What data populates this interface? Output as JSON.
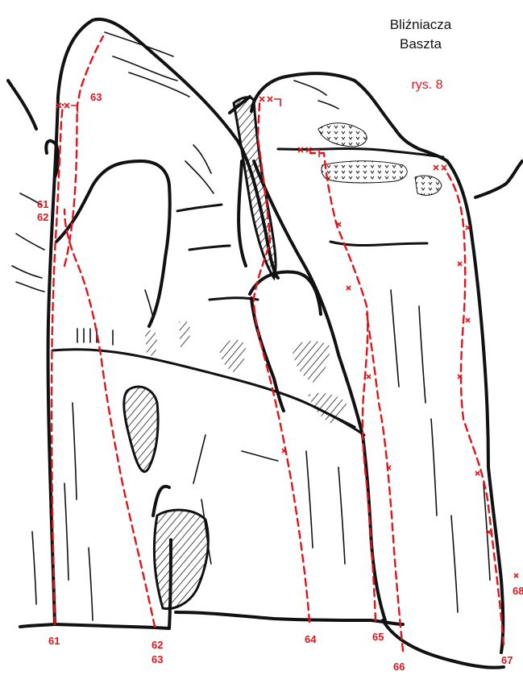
{
  "title_line1": "Bliźniacza",
  "title_line2": "Baszta",
  "figure_label": "rys. 8",
  "colors": {
    "route": "#e0141b",
    "rock": "#111111",
    "background": "#ffffff"
  },
  "side_labels": {
    "r61": "61",
    "r62": "62",
    "r63_top": "63"
  },
  "bottom_labels": {
    "r61": "61",
    "r62": "62",
    "r63": "63",
    "r64": "64",
    "r65": "65",
    "r66": "66",
    "r67": "67",
    "r68": "68"
  }
}
